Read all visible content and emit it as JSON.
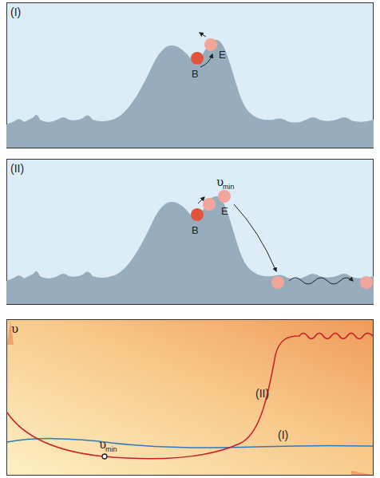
{
  "diagram": {
    "labels": [
      "(I)",
      "B",
      "E",
      "(II)",
      "B",
      "E",
      "υ",
      "min",
      "υ",
      "(II)",
      "(I)",
      "υ",
      "min"
    ]
  }
}
